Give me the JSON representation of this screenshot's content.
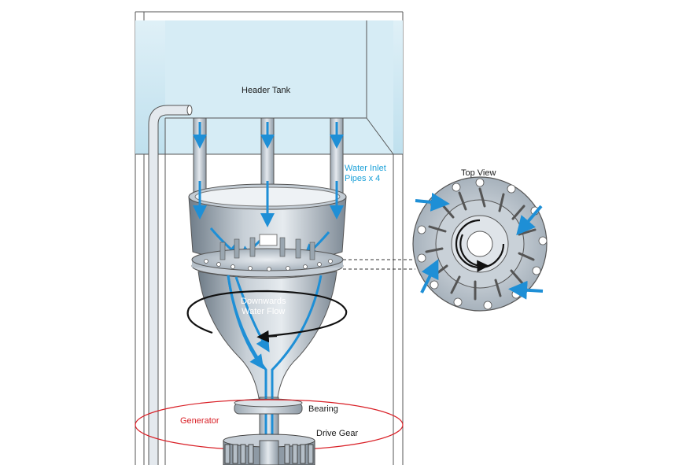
{
  "labels": {
    "header_tank": "Header Tank",
    "water_inlet_line1": "Water Inlet",
    "water_inlet_line2": "Pipes x 4",
    "top_view": "Top View",
    "downwards_line1": "Downwards",
    "downwards_line2": "Water Flow",
    "bearing": "Bearing",
    "generator": "Generator",
    "drive_gear": "Drive Gear"
  },
  "colors": {
    "water_blue": "#1e8fd6",
    "tank_fill": "#c8e6f2",
    "metal": "#c9d1d8",
    "generator_red": "#d91f26",
    "label_cyan": "#1aa0d8"
  }
}
